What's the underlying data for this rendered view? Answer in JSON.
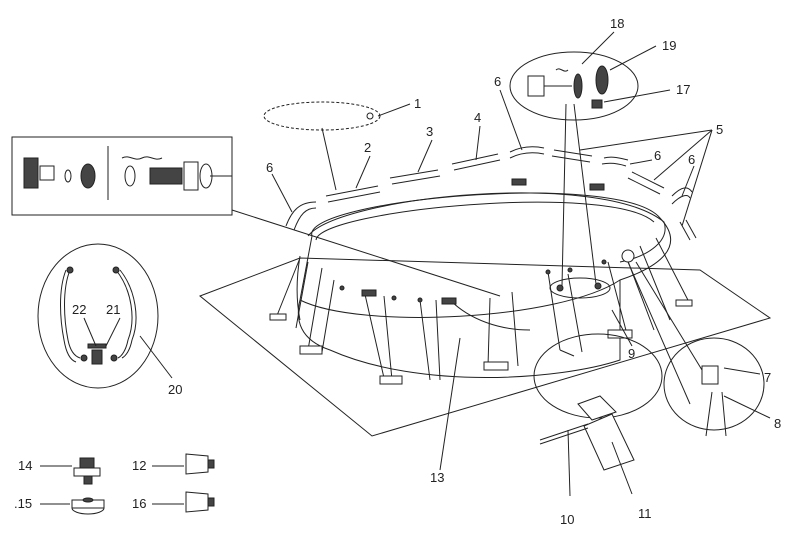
{
  "diagram": {
    "labels": {
      "n1": "1",
      "n2": "2",
      "n3": "3",
      "n4": "4",
      "n5": "5",
      "n6a": "6",
      "n6b": "6",
      "n6c": "6",
      "n6d": "6",
      "n7": "7",
      "n8": "8",
      "n9": "9",
      "n10": "10",
      "n11": "11",
      "n12": "12",
      "n13": "13",
      "n14": "14",
      "n15": ".15",
      "n16": "16",
      "n17": "17",
      "n18": "18",
      "n19": "19",
      "n20": "20",
      "n21": "21",
      "n22": "22"
    }
  }
}
